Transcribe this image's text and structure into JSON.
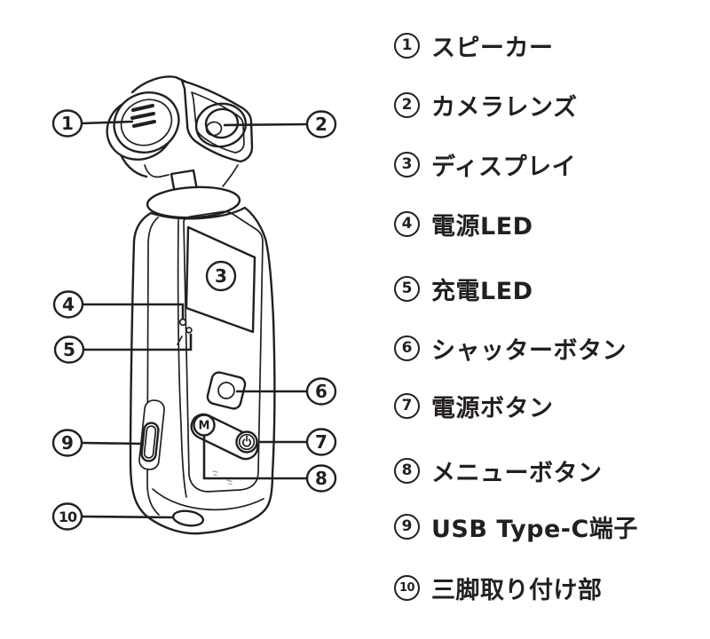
{
  "page": {
    "background": "#ffffff",
    "ink_color": "#231f20"
  },
  "figure": {
    "menu_button_label": "M",
    "callouts": [
      {
        "num": "1",
        "part": "speaker"
      },
      {
        "num": "2",
        "part": "camera-lens"
      },
      {
        "num": "3",
        "part": "display"
      },
      {
        "num": "4",
        "part": "power-led"
      },
      {
        "num": "5",
        "part": "charging-led"
      },
      {
        "num": "6",
        "part": "shutter-button"
      },
      {
        "num": "7",
        "part": "power-button"
      },
      {
        "num": "8",
        "part": "menu-button"
      },
      {
        "num": "9",
        "part": "usb-type-c-port"
      },
      {
        "num": "10",
        "part": "tripod-mount"
      }
    ]
  },
  "legend": {
    "items": [
      {
        "num": "1",
        "label": "スピーカー"
      },
      {
        "num": "2",
        "label": "カメラレンズ"
      },
      {
        "num": "3",
        "label": "ディスプレイ"
      },
      {
        "num": "4",
        "label": "電源LED"
      },
      {
        "num": "5",
        "label": "充電LED"
      },
      {
        "num": "6",
        "label": "シャッターボタン"
      },
      {
        "num": "7",
        "label": "電源ボタン"
      },
      {
        "num": "8",
        "label": "メニューボタン"
      },
      {
        "num": "9",
        "label": "USB Type-C端子"
      },
      {
        "num": "10",
        "label": "三脚取り付け部"
      }
    ]
  }
}
